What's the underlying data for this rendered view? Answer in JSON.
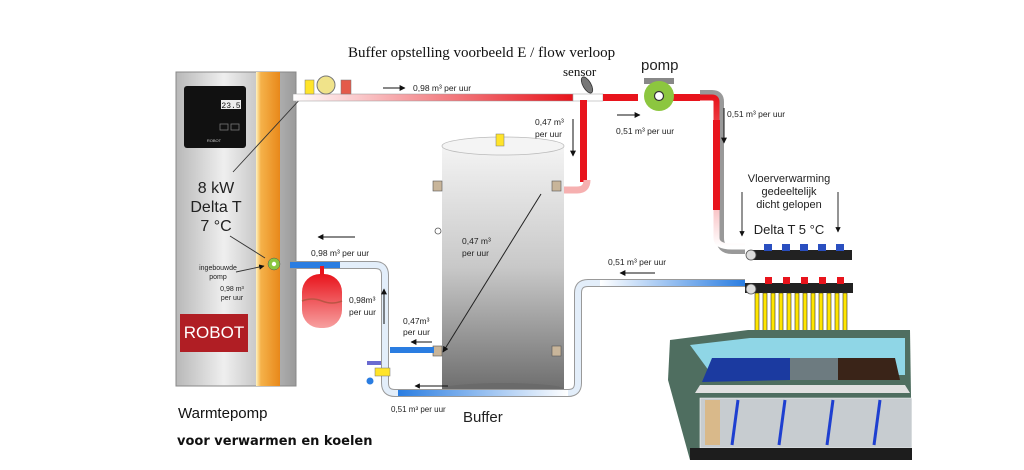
{
  "title": "Buffer opstelling voorbeeld E  / flow verloop",
  "labels": {
    "sensor": "sensor",
    "pomp": "pomp",
    "buffer": "Buffer",
    "heatpump_power": "8 kW",
    "heatpump_delta": "Delta T",
    "heatpump_temp": "7 °C",
    "builtin_pump_1": "ingebouwde",
    "builtin_pump_2": "pomp",
    "builtin_flow_1": "0,98 m³",
    "builtin_flow_2": "per uur",
    "floor_1": "Vloerverwarming",
    "floor_2": "gedeeltelijk",
    "floor_3": "dicht gelopen",
    "floor_delta": "Delta T 5 °C",
    "display_value": "23.5",
    "display_brand": "ROBOT",
    "brand_logo": "ROBOT"
  },
  "flows": {
    "supply_top": "0,98 m³ per uur",
    "to_buffer_1": "0,47 m³",
    "to_buffer_2": "per uur",
    "after_pump": "0,51 m³ per uur",
    "down_to_floor": "0,51 m³ per uur",
    "inside_buffer_1": "0,47 m³",
    "inside_buffer_2": "per uur",
    "floor_return": "0,51 m³ per uur",
    "return_to_hp": "0,98 m³ per uur",
    "return_up_1": "0,98m³",
    "return_up_2": "per uur",
    "buffer_out_1": "0,47m³",
    "buffer_out_2": "per uur",
    "bottom_return": "0,51 m³ per uur"
  },
  "footer": {
    "title": "Warmtepomp",
    "subtitle": "voor verwarmen en koelen"
  },
  "colors": {
    "hot": "#e8141c",
    "cold": "#2a7de1",
    "pump": "#8cc63f",
    "brand": "#b01e24",
    "orange": "#f0961e"
  }
}
